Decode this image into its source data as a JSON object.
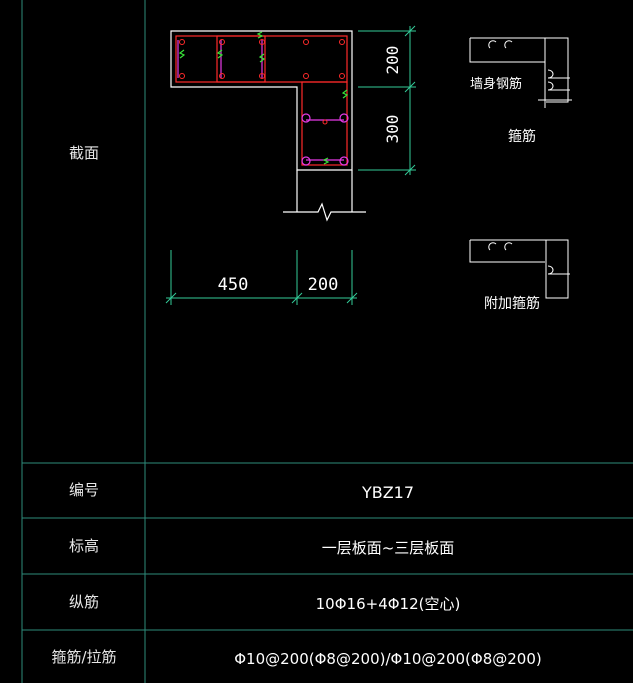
{
  "section": {
    "row_label": "截面",
    "dim_top": "200",
    "dim_side": "300",
    "dim_bottom_left": "450",
    "dim_bottom_right": "200",
    "detail1_label": "墙身钢筋",
    "detail1_caption": "箍筋",
    "detail2_caption": "附加箍筋"
  },
  "table": {
    "rows": [
      {
        "label": "编号",
        "value": "YBZ17"
      },
      {
        "label": "标高",
        "value": "一层板面~三层板面"
      },
      {
        "label": "纵筋",
        "value": "10Φ16+4Φ12(空心)"
      },
      {
        "label": "箍筋/拉筋",
        "value": "Φ10@200(Φ8@200)/Φ10@200(Φ8@200)"
      }
    ]
  },
  "colors": {
    "grid": "#2e8b7a",
    "outline": "#ffffff",
    "stirrup": "#ff2a2a",
    "tie": "#e83be8",
    "mark": "#39e639",
    "dimension": "#33cc99"
  }
}
